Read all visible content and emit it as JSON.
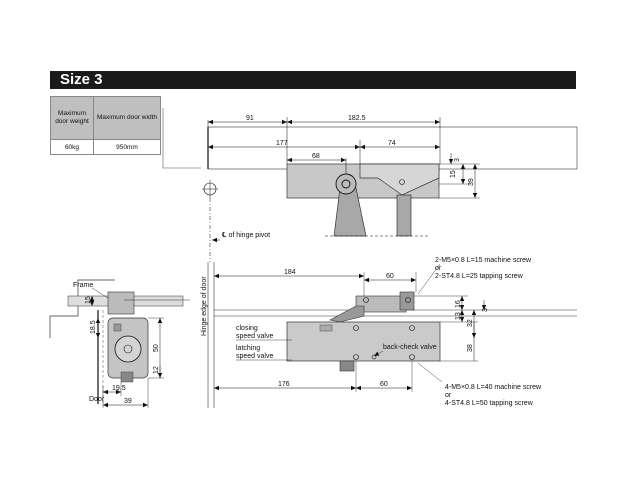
{
  "title": "Size 3",
  "table": {
    "headers": [
      "Maximum door weight",
      "Maximum door width"
    ],
    "values": [
      "60kg",
      "950mm"
    ]
  },
  "top_view": {
    "dims": {
      "d91": "91",
      "d182_5": "182.5",
      "d177": "177",
      "d74": "74",
      "d68": "68",
      "d3": "3",
      "d15": "15",
      "d39": "39"
    },
    "hinge_label": "℄ of hinge pivot"
  },
  "side_view": {
    "frame": "Frame",
    "door": "Door",
    "dims": {
      "d15": "15",
      "d18_5": "18.5",
      "d50": "50",
      "d12": "12",
      "d19_5": "19.5",
      "d39": "39"
    }
  },
  "front_view": {
    "hinge_edge": "Hinge edge of door",
    "dims": {
      "d184": "184",
      "d60a": "60",
      "d16": "16",
      "d3": "3",
      "d13": "13",
      "d32": "32",
      "d38": "38",
      "d176": "176",
      "d60b": "60"
    },
    "screw_top": [
      "2-M5×0.8 L=15 machine screw",
      "or",
      "2-ST4.8 L=25 tapping screw"
    ],
    "screw_bottom": [
      "4-M5×0.8 L=40 machine screw",
      "or",
      "4-ST4.8 L=50 tapping screw"
    ],
    "closing_valve": [
      "closing",
      "speed valve"
    ],
    "latching_valve": [
      "latching",
      "speed valve"
    ],
    "back_check": "back-check valve"
  }
}
